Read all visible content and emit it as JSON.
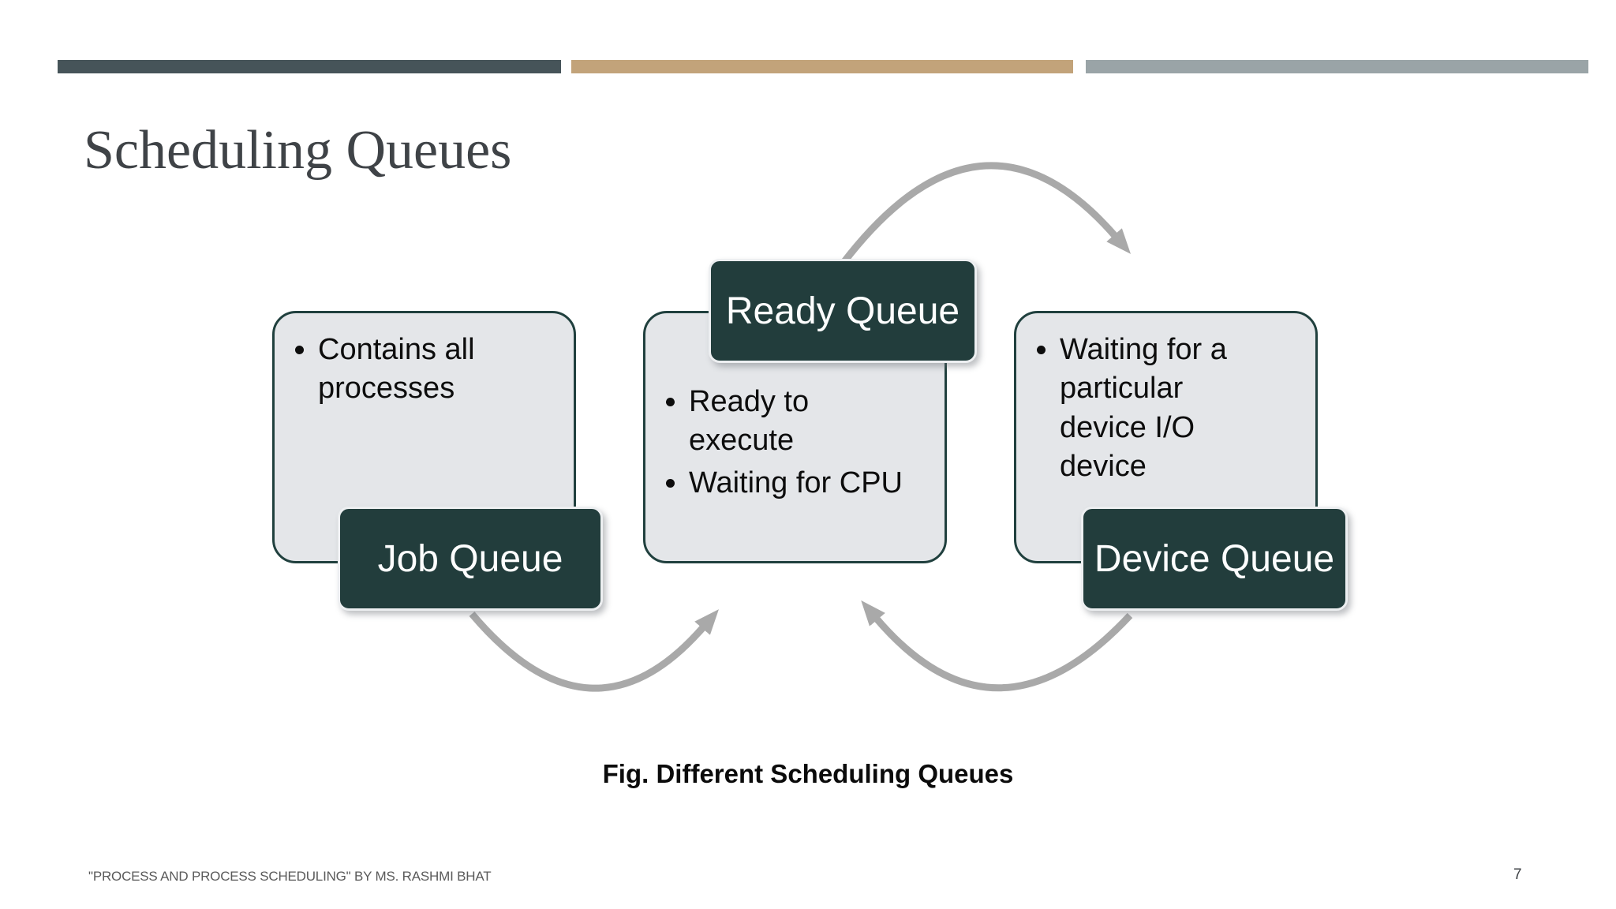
{
  "slide": {
    "title": "Scheduling Queues",
    "caption": "Fig. Different Scheduling Queues",
    "footer_text": "\"PROCESS AND PROCESS SCHEDULING\" BY MS. RASHMI BHAT",
    "page_number": "7"
  },
  "diagram": {
    "queues": [
      {
        "id": "job",
        "label": "Job Queue",
        "bullets": [
          "Contains all processes"
        ]
      },
      {
        "id": "ready",
        "label": "Ready Queue",
        "bullets": [
          "Ready to execute",
          "Waiting for CPU"
        ]
      },
      {
        "id": "device",
        "label": "Device Queue",
        "bullets": [
          "Waiting for a particular device I/O device"
        ]
      }
    ],
    "arrows": [
      {
        "name": "ready-to-device-arrow",
        "from": "Ready Queue",
        "to": "Device Queue",
        "shape": "arc-over-top"
      },
      {
        "name": "job-to-ready-arrow",
        "from": "Job Queue",
        "to": "Ready Queue",
        "shape": "arc-under-bottom"
      },
      {
        "name": "device-to-ready-arrow",
        "from": "Device Queue",
        "to": "Ready Queue",
        "shape": "arc-under-bottom"
      }
    ]
  },
  "colors": {
    "label_fill": "#223d3c",
    "label_border": "#edeff1",
    "box_fill": "#e4e6e9",
    "box_border": "#20403e",
    "arrow_gray": "#a9a9a9",
    "stripe_dark": "#465459",
    "stripe_tan": "#c2a37a",
    "stripe_gray": "#9aa4a7",
    "title_color": "#3f4347",
    "footer_color": "#5a5a5a"
  }
}
